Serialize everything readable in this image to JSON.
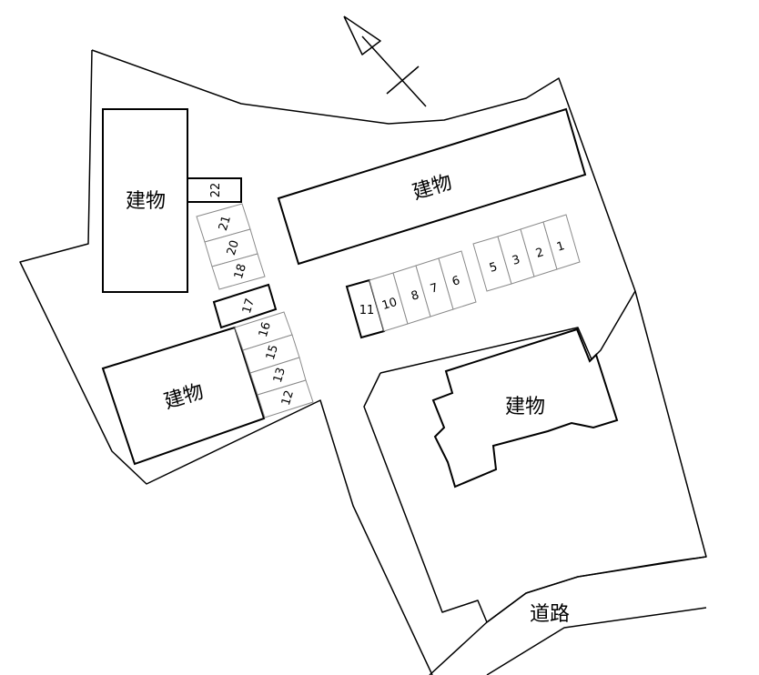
{
  "buildings": [
    {
      "id": "top-left",
      "label": "建物"
    },
    {
      "id": "top-center",
      "label": "建物"
    },
    {
      "id": "left",
      "label": "建物"
    },
    {
      "id": "right",
      "label": "建物"
    }
  ],
  "road_label": "道路",
  "parking_slots": [
    {
      "id": "1",
      "label": "1"
    },
    {
      "id": "2",
      "label": "2"
    },
    {
      "id": "3",
      "label": "3"
    },
    {
      "id": "5",
      "label": "5"
    },
    {
      "id": "6",
      "label": "6"
    },
    {
      "id": "7",
      "label": "7"
    },
    {
      "id": "8",
      "label": "8"
    },
    {
      "id": "10",
      "label": "10"
    },
    {
      "id": "11",
      "label": "11"
    },
    {
      "id": "12",
      "label": "12"
    },
    {
      "id": "13",
      "label": "13"
    },
    {
      "id": "15",
      "label": "15"
    },
    {
      "id": "16",
      "label": "16"
    },
    {
      "id": "17",
      "label": "17"
    },
    {
      "id": "18",
      "label": "18"
    },
    {
      "id": "20",
      "label": "20"
    },
    {
      "id": "21",
      "label": "21"
    },
    {
      "id": "22",
      "label": "22"
    }
  ],
  "north_arrow_icon": "north-arrow-icon"
}
